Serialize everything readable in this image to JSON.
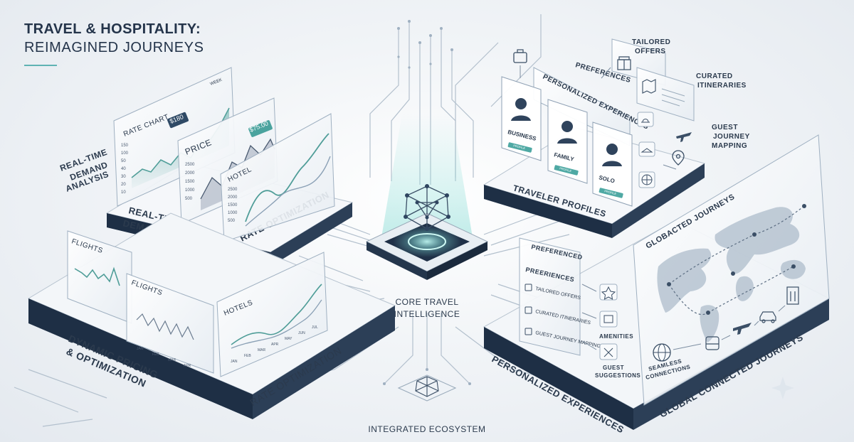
{
  "title": {
    "line1": "TRAVEL & HOSPITALITY:",
    "line2": "REIMAGINED JOURNEYS"
  },
  "center": {
    "label_1": "CORE TRAVEL",
    "label_2": "INTELLIGENCE",
    "ecosystem": "INTEGRATED ECOSYSTEM"
  },
  "upper_left": {
    "side_label": [
      "REAL-TIME",
      "DEMAND",
      "ANALYSIS"
    ],
    "base_label_1": "REAL-TIME",
    "base_label_2": "DEMAND ANALYSIS",
    "base_label_3": "RATE OPTIMIZATION",
    "card1": {
      "title": "RATE CHART",
      "badge": "$180",
      "ticks": [
        "150",
        "100",
        "50",
        "40",
        "30",
        "20",
        "10"
      ],
      "corner": "WEEK"
    },
    "card2": {
      "title": "PRICE",
      "badge": "$75.00",
      "ticks": [
        "2500",
        "2000",
        "1500",
        "1000",
        "500"
      ]
    },
    "card3": {
      "title": "HOTEL",
      "ticks": [
        "2500",
        "2000",
        "1500",
        "1000",
        "500"
      ]
    }
  },
  "lower_left": {
    "base_label_1": "DYNAMIC PRICING",
    "base_label_2": "& OPTIMIZATION",
    "base_label_3": "RATE OPTIMIZATION",
    "card1": {
      "title": "FLIGHTS"
    },
    "card2": {
      "title": "FLIGHTS",
      "xticks": [
        "JAN",
        "FEB",
        "MAR",
        "APR"
      ]
    },
    "card3": {
      "title": "HOTELS",
      "xticks": [
        "JAN",
        "FEB",
        "MAR",
        "APR",
        "MAY",
        "JUN",
        "JUL"
      ]
    }
  },
  "upper_right": {
    "preferences": "PREFERENCES",
    "tailored_1": "TAILORED",
    "tailored_2": "OFFERS",
    "curated_1": "CURATED",
    "curated_2": "ITINERARIES",
    "gjm_1": "GUEST",
    "gjm_2": "JOURNEY",
    "gjm_3": "MAPPING",
    "personalized": "PERSONALIZED EXPERIENCES",
    "profiles": [
      {
        "label": "BUSINESS",
        "button": "PROFILE"
      },
      {
        "label": "FAMILY",
        "button": "PROFILE"
      },
      {
        "label": "SOLO",
        "button": "PROFILE"
      }
    ],
    "base_label": "TRAVELER PROFILES"
  },
  "lower_right": {
    "panel_head_1": "PREFERENCED",
    "panel_head_2": "PREERIENCES",
    "items": [
      "TAILORED OFFERS",
      "CURATED ITINERARIES",
      "GUEST JOURNEY MAPPING"
    ],
    "amenities": "AMENITIES",
    "guest_1": "GUEST",
    "guest_2": "SUGGESTIONS",
    "base_label": "PERSONALIZED EXPERIENCES",
    "map_title": "GLOBACTED JOURNEYS",
    "seamless_1": "SEAMLESS",
    "seamless_2": "CONNECTIONS",
    "global_label": "GLOBAL CONNECTED JOURNEYS"
  },
  "colors": {
    "navy": "#1e2f45",
    "teal": "#4fa9a4",
    "glass": "#f7f9fb",
    "line": "#a9b7c6",
    "text": "#2b3a4d"
  }
}
